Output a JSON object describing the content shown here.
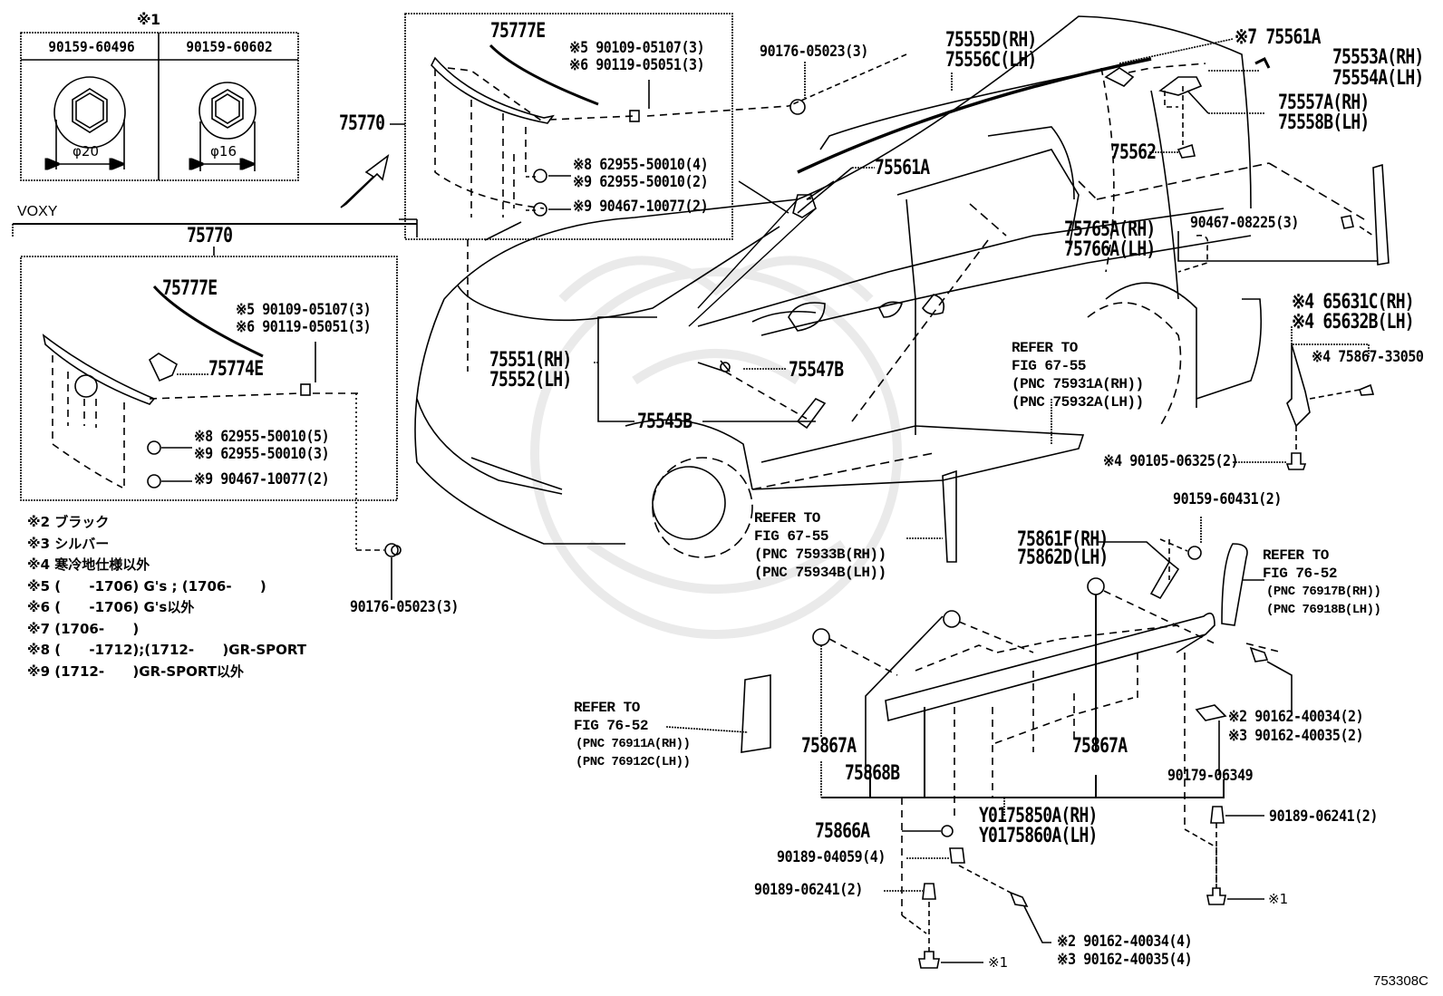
{
  "figure_code": "753308C",
  "variant_label": "VOXY",
  "legend_hex_table": {
    "title": "※1",
    "columns": [
      {
        "part": "90159-60496",
        "diameter": "φ20"
      },
      {
        "part": "90159-60602",
        "diameter": "φ16"
      }
    ]
  },
  "upper_detail": {
    "assembly": "75770",
    "labels": {
      "molding": "75777E",
      "screw_a": "※5 90109-05107(3)",
      "screw_b": "※6 90119-05051(3)",
      "clip_a": "※8 62955-50010(4)",
      "clip_b": "※9 62955-50010(2)",
      "clip_c": "※9 90467-10077(2)"
    }
  },
  "voxy_detail": {
    "assembly": "75770",
    "labels": {
      "molding": "75777E",
      "emblem": "75774E",
      "screw_a": "※5 90109-05107(3)",
      "screw_b": "※6 90119-05051(3)",
      "clip_a": "※8 62955-50010(5)",
      "clip_b": "※9 62955-50010(3)",
      "clip_c": "※9 90467-10077(2)"
    },
    "nut": "90176-05023(3)"
  },
  "notes": [
    "※2 ブラック",
    "※3 シルバー",
    "※4 寒冷地仕様以外",
    "※5 (      -1706) G's ; (1706-      )",
    "※6 (      -1706) G's以外",
    "※7 (1706-      )",
    "※8 (      -1712);(1712-      )GR-SPORT",
    "※9 (1712-      )GR-SPORT以外"
  ],
  "callouts": {
    "nut_top": "90176-05023(3)",
    "roof_molding": [
      "75555D(RH)",
      "75556C(LH)"
    ],
    "roof_clip_note7": "※7 75561A",
    "roof_clip": "75561A",
    "rear_end_a": [
      "75553A(RH)",
      "75554A(LH)"
    ],
    "rear_end_b": [
      "75557A(RH)",
      "75558B(LH)"
    ],
    "clip_75562": "75562",
    "quarter_garnish": [
      "75765A(RH)",
      "75766A(LH)"
    ],
    "clip_90467": "90467-08225(3)",
    "mudguard": [
      "※4 65631C(RH)",
      "※4 65632B(LH)"
    ],
    "mudguard_screw": "※4 75867-33050",
    "mudguard_bolt": "※4 90105-06325(2)",
    "cowl": [
      "75551(RH)",
      "75552(LH)"
    ],
    "clip_75547b": "75547B",
    "clip_75545b": "75545B",
    "refer_rocker": [
      "REFER TO",
      "FIG 67-55",
      "(PNC 75931A(RH))",
      "(PNC 75932A(LH))"
    ],
    "refer_pillar": [
      "REFER TO",
      "FIG 67-55",
      "(PNC 75933B(RH))",
      "(PNC 75934B(LH))"
    ],
    "rocker_end": [
      "75861F(RH)",
      "75862D(LH)"
    ],
    "screw_60431": "90159-60431(2)",
    "refer_rear": [
      "REFER TO",
      "FIG 76-52",
      "(PNC 76917B(RH))",
      "(PNC 76918B(LH))"
    ],
    "refer_front": [
      "REFER TO",
      "FIG 76-52",
      "(PNC 76911A(RH))",
      "(PNC 76912C(LH))"
    ],
    "clip_75867a_left": "75867A",
    "clip_75868b": "75868B",
    "clip_75867a_right": "75867A",
    "nut_90162_top": [
      "※2 90162-40034(2)",
      "※3 90162-40035(2)"
    ],
    "nut_90179": "90179-06349",
    "rocker_assy": [
      "Y0175850A(RH)",
      "Y0175860A(LH)"
    ],
    "bolt_06241_right": "90189-06241(2)",
    "ref1_right": "※1",
    "clip_75866a": "75866A",
    "nut_04059": "90189-04059(4)",
    "bolt_06241_left": "90189-06241(2)",
    "nut_90162_bottom": [
      "※2 90162-40034(4)",
      "※3 90162-40035(4)"
    ],
    "ref1_left": "※1"
  }
}
